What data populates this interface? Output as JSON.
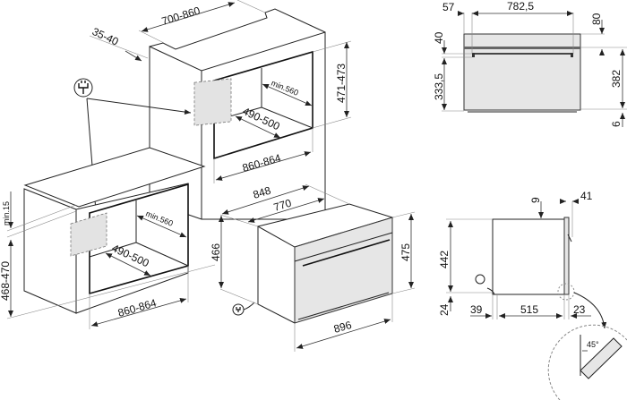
{
  "diagram": {
    "title": "Built-in oven installation dimensions (mm)",
    "upper_cabinet": {
      "depth_range": "700-860",
      "top_offset": "35-40",
      "niche_height": "471-473",
      "niche_depth_min": "min.560",
      "inner_depth": "490-500",
      "niche_width": "860-864"
    },
    "lower_cabinet": {
      "gap_min": "min.15",
      "niche_height": "468-470",
      "niche_depth_min": "min.560",
      "inner_depth": "490-500",
      "niche_width": "860-864"
    },
    "appliance": {
      "depth_total": "848",
      "depth_body": "770",
      "body_height": "466",
      "front_height": "475",
      "front_width": "896"
    },
    "front_view": {
      "left_offset": "57",
      "handle_width": "782,5",
      "top_strip": "80",
      "panel": "40",
      "door_height": "333,5",
      "body_height": "382",
      "bottom": "6"
    },
    "side_view": {
      "top_gap": "9",
      "door_thickness": "41",
      "height": "442",
      "foot": "24",
      "rear": "39",
      "depth": "515",
      "front": "23",
      "angle": "45°"
    },
    "icons": [
      "power-plug-icon"
    ]
  }
}
